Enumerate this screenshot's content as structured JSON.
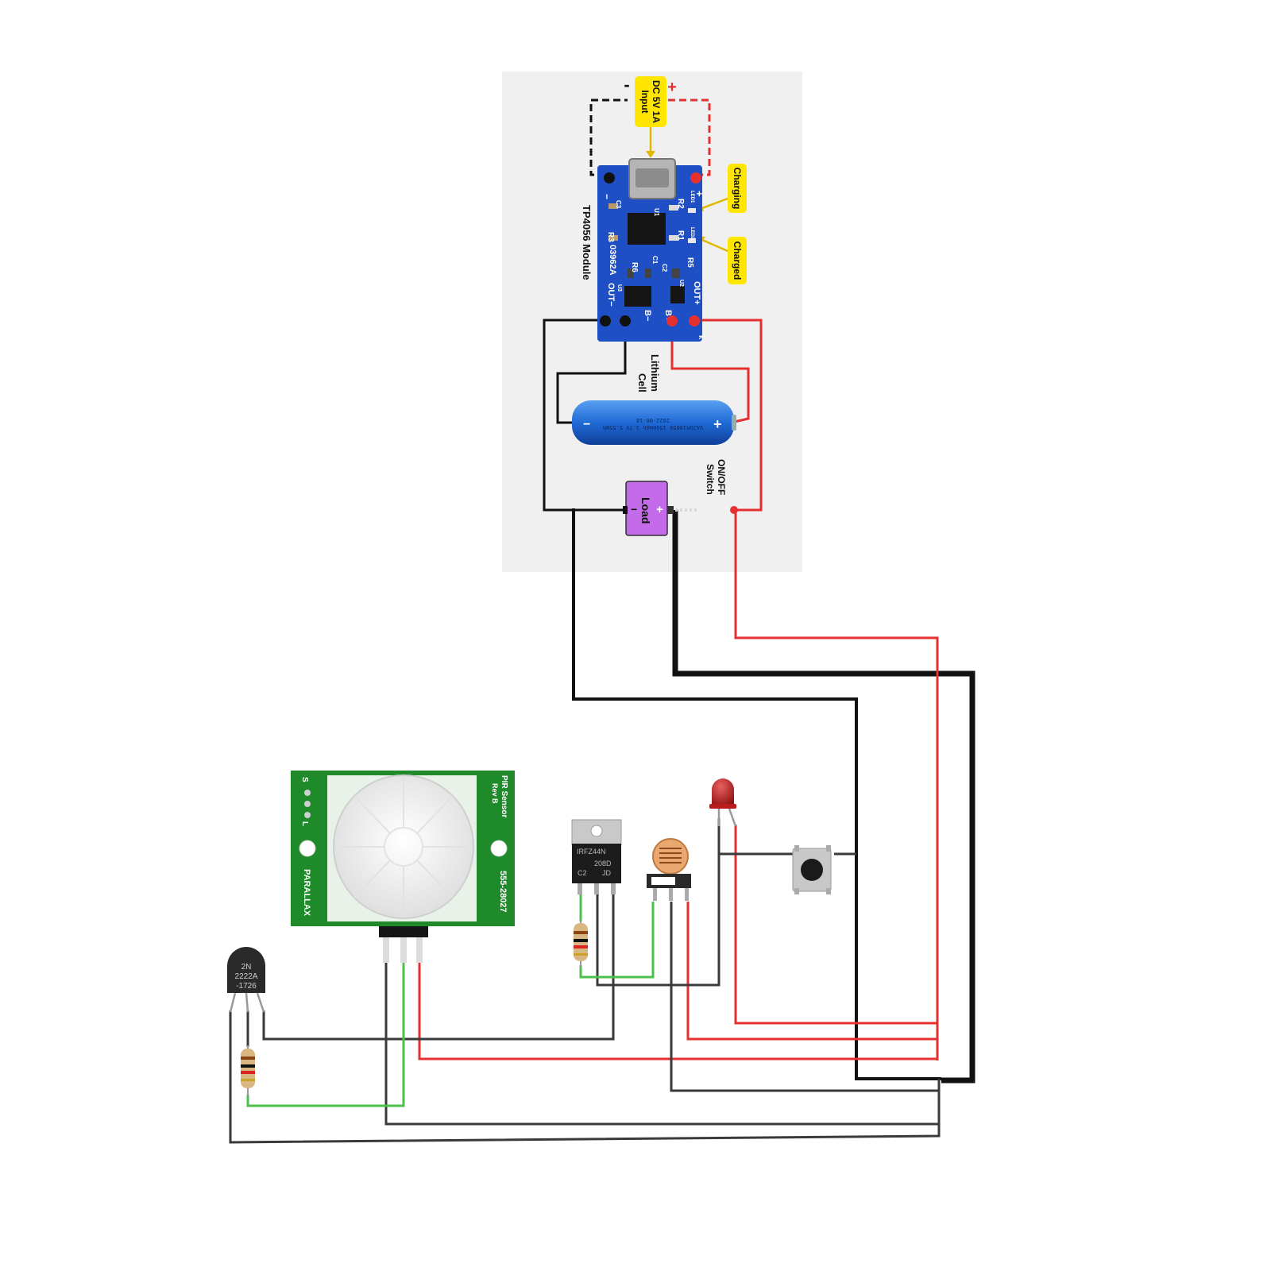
{
  "colors": {
    "panel_bg": "#f0f0f0",
    "wire_black": "#111111",
    "wire_dark": "#3a3a3a",
    "wire_red": "#e53030",
    "wire_green": "#4cbf4c",
    "board_blue": "#1f4fc4",
    "pir_green": "#1f8a2a",
    "label_yellow": "#ffe600",
    "load_purple": "#c36be8",
    "battery_blue": "#1f6ad6",
    "led_red": "#b81c1c"
  },
  "input_labels": {
    "minus": "-",
    "plus": "+",
    "dc_line1": "DC 5V 1A",
    "dc_line2": "Input"
  },
  "indicator_labels": {
    "charging": "Charging",
    "charged": "Charged"
  },
  "tp4056": {
    "module_label": "TP4056 Module",
    "pad_minus": "−",
    "pad_plus": "+",
    "out_minus": "OUT−",
    "out_plus": "OUT+",
    "b_minus": "B−",
    "b_plus": "B+",
    "part_code": "03962A",
    "components": [
      "R2",
      "R1",
      "R3",
      "R6",
      "R5",
      "C3",
      "C1",
      "C2",
      "LED1",
      "LED2",
      "U1",
      "U2",
      "U3"
    ],
    "corner_k": "k"
  },
  "battery": {
    "label_line1": "Lithium",
    "label_line2": "Cell",
    "minus": "−",
    "plus": "+",
    "print_line1": "VAJOR18650 1500mAh 3.7V 5.55Wh",
    "print_line2": "2022-06-18"
  },
  "load": {
    "label": "Load",
    "minus": "−",
    "plus": "+"
  },
  "switch": {
    "label_line1": "ON/OFF",
    "label_line2": "Switch"
  },
  "pir": {
    "title_line1": "PIR Sensor",
    "title_line2": "Rev B",
    "part_no": "555-28027",
    "brand": "PARALLAX",
    "pin_s": "S",
    "pin_l": "L"
  },
  "mosfet": {
    "line1": "IRFZ44N",
    "line2": "208D",
    "line3": "JD",
    "line4": "C2"
  },
  "transistor": {
    "line1": "2N",
    "line2": "2222A",
    "line3": "-1726"
  }
}
